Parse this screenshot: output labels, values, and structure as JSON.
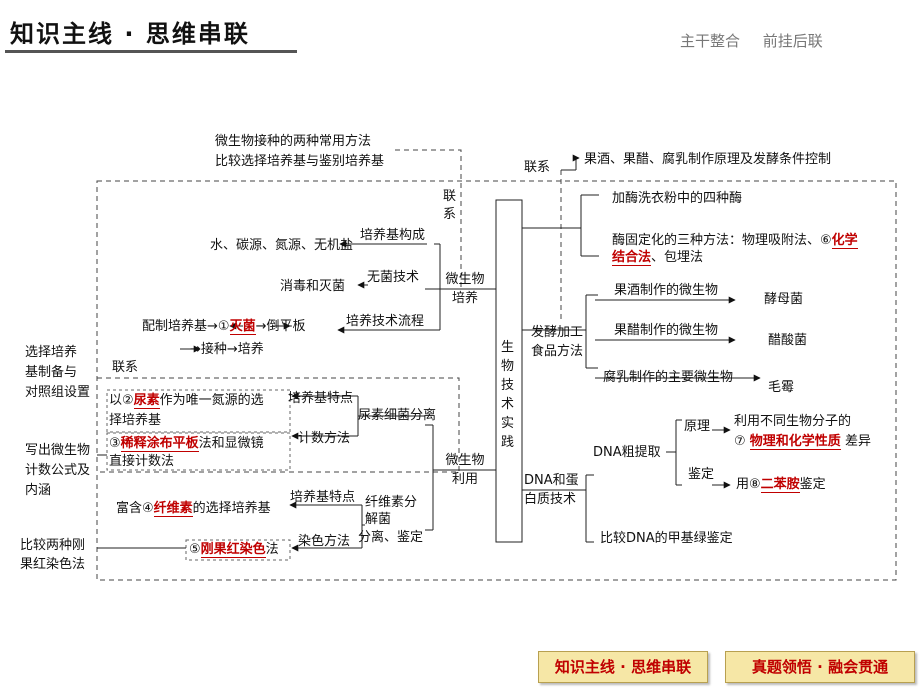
{
  "header": {
    "title": "知识主线 · 思维串联",
    "nav": [
      "主干整合",
      "前挂后联"
    ]
  },
  "diagram": {
    "center": "生物技术实践",
    "top_left_note": [
      "微生物接种的两种常用方法",
      "比较选择培养基与鉴别培养基"
    ],
    "link_vertical": "联系",
    "link_top_right": "联系",
    "link_left": "联系",
    "microbe_culture": {
      "node": "微生物培养",
      "medium_composition": "培养基构成",
      "nutrients": "水、碳源、氮源、无机盐",
      "aseptic": "无菌技术",
      "sterilization": "消毒和灭菌",
      "procedure": "培养技术流程",
      "step_prepare": "配制培养基→",
      "step_sterilize_num": "①",
      "step_sterilize": "灭菌",
      "step_pour": "→倒平板",
      "step_rest": "→接种→培养"
    },
    "microbe_use": {
      "node": "微生物利用",
      "urea_bacteria": "尿素细菌分离",
      "medium_feature": "培养基特点",
      "urea_select_pre": "以②",
      "urea": "尿素",
      "urea_select_post": "作为唯一氮源的选",
      "urea_select_line2": "择培养基",
      "count_method": "计数方法",
      "count_num": "③",
      "dilution": "稀释涂布平板",
      "count_post": "法和显微镜",
      "count_line2": "直接计数法",
      "cellulose_bacteria": "纤维素分解菌",
      "cellulose_feature": "培养基特点",
      "cellulose_pre": "富含④",
      "cellulose": "纤维素",
      "cellulose_post": "的选择培养基",
      "stain_method": "染色方法",
      "stain_num": "⑤",
      "congo": "刚果红染色",
      "stain_post": "法",
      "separate_identify": "分离、鉴定"
    },
    "left_notes": {
      "select_medium": [
        "选择培养",
        "基制备与",
        "对照组设置"
      ],
      "count_formula": [
        "写出微生物",
        "计数公式及",
        "内涵"
      ],
      "congo_compare": [
        "比较两种刚",
        "果红染色法"
      ]
    },
    "food": {
      "node": "发酵加工食品方法",
      "top_link_text": "果酒、果醋、腐乳制作原理及发酵条件控制",
      "wine_microbe": "果酒制作的微生物",
      "wine_answer": "酵母菌",
      "vinegar_microbe": "果醋制作的微生物",
      "vinegar_answer": "醋酸菌",
      "sufu_microbe": "腐乳制作的主要微生物",
      "sufu_answer": "毛霉"
    },
    "enzyme": {
      "four_enzymes": "加酶洗衣粉中的四种酶",
      "immob_pre": "酶固定化的三种方法：物理吸附法、⑥",
      "immob_answer_1": "化学",
      "immob_answer_2": "结合法",
      "immob_post": "、包埋法"
    },
    "dna": {
      "node": "DNA和蛋白质技术",
      "extract": "DNA粗提取",
      "principle": "原理",
      "principle_pre": "利用不同生物分子的",
      "principle_num": "⑦",
      "principle_answer": "物理和化学性质",
      "principle_post": "差异",
      "identify": "鉴定",
      "identify_pre": "用⑧",
      "identify_answer": "二苯胺",
      "identify_post": "鉴定",
      "compare": "比较DNA的甲基绿鉴定"
    }
  },
  "footer": {
    "btn1": "知识主线 · 思维串联",
    "btn2": "真题领悟 · 融会贯通"
  }
}
